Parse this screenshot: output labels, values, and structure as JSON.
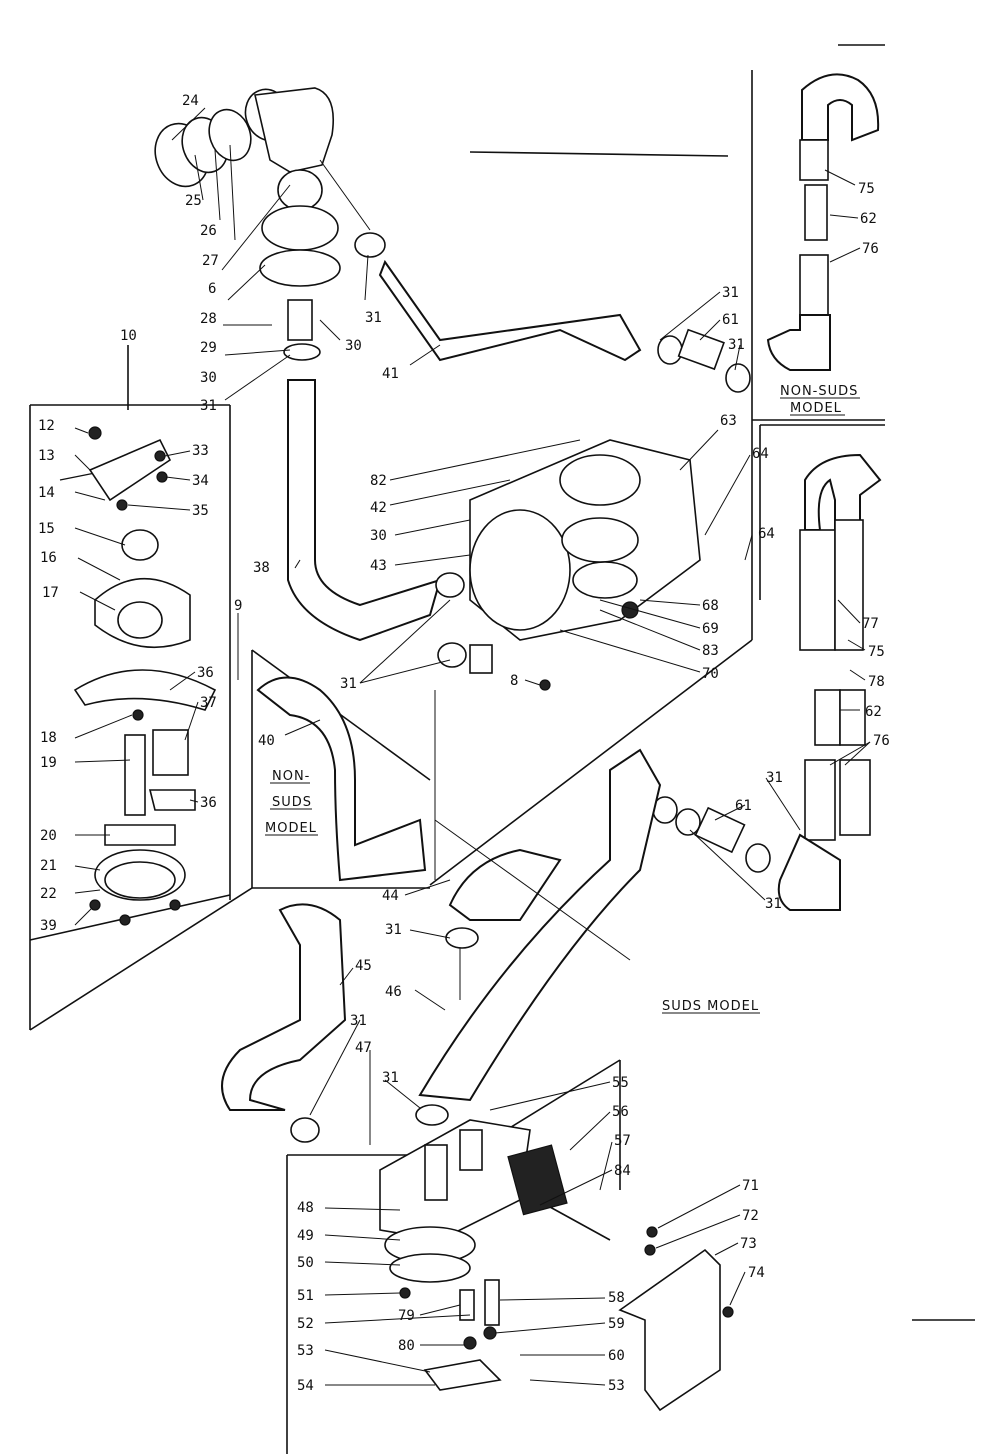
{
  "diagram": {
    "labels": {
      "non_suds_top": [
        "NON-SUDS",
        "MODEL"
      ],
      "non_suds_mid": [
        "NON-",
        "SUDS",
        "MODEL"
      ],
      "suds_model": "SUDS MODEL"
    },
    "callouts": {
      "c10": "10",
      "c12": "12",
      "c13": "13",
      "c14": "14",
      "c15": "15",
      "c16": "16",
      "c17": "17",
      "c18": "18",
      "c19": "19",
      "c20": "20",
      "c21": "21",
      "c22": "22",
      "c39": "39",
      "c33": "33",
      "c34": "34",
      "c35": "35",
      "c36a": "36",
      "c37a": "37",
      "c36b": "36",
      "c24": "24",
      "c25": "25",
      "c26": "26",
      "c27": "27",
      "c6": "6",
      "c28": "28",
      "c29": "29",
      "c30a": "30",
      "c31a": "31",
      "c30b": "30",
      "c31b": "31",
      "c41": "41",
      "c31c": "31",
      "c61a": "61",
      "c31d": "31",
      "c75a": "75",
      "c62a": "62",
      "c76a": "76",
      "c63": "63",
      "c64a": "64",
      "c64b": "64",
      "c82": "82",
      "c42": "42",
      "c30c": "30",
      "c43": "43",
      "c38": "38",
      "c9": "9",
      "c68": "68",
      "c69": "69",
      "c83": "83",
      "c70": "70",
      "c31e": "31",
      "c8": "8",
      "c40": "40",
      "c77": "77",
      "c75b": "75",
      "c78": "78",
      "c62b": "62",
      "c76b": "76",
      "c31f": "31",
      "c61b": "61",
      "c31g": "31",
      "c44": "44",
      "c31h": "31",
      "c45": "45",
      "c46": "46",
      "c31i": "31",
      "c47": "47",
      "c31j": "31",
      "c55": "55",
      "c56": "56",
      "c57": "57",
      "c84": "84",
      "c48": "48",
      "c49": "49",
      "c50": "50",
      "c51": "51",
      "c79": "79",
      "c58": "58",
      "c52": "52",
      "c80": "80",
      "c59": "59",
      "c53a": "53",
      "c60": "60",
      "c54": "54",
      "c53b": "53",
      "c71": "71",
      "c72": "72",
      "c73": "73",
      "c74": "74"
    }
  }
}
